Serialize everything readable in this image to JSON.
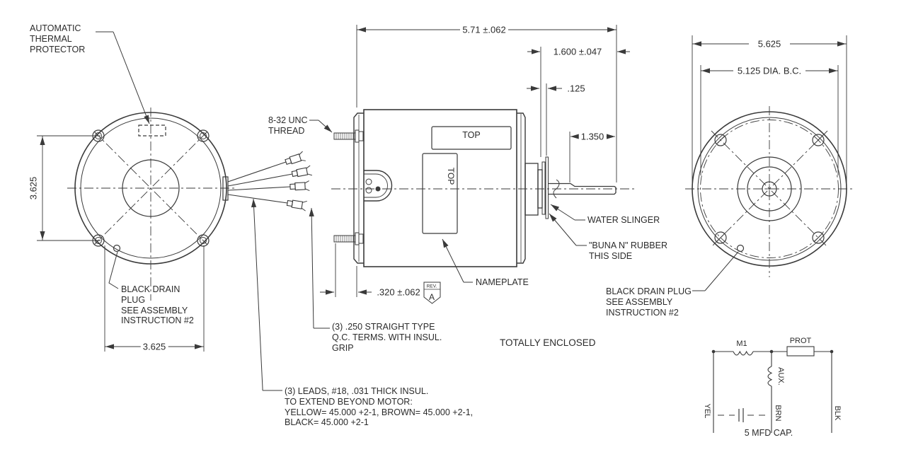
{
  "drawing": {
    "left_view": {
      "thermal_protector_label": "AUTOMATIC\nTHERMAL\nPROTECTOR",
      "drain_plug_label": "BLACK DRAIN\nPLUG\nSEE ASSEMBLY\nINSTRUCTION #2",
      "dim_height": "3.625",
      "dim_width": "3.625"
    },
    "side_view": {
      "dim_overall_length": "5.71 ±.062",
      "dim_shaft_extension": "1.600 ±.047",
      "dim_slinger_gap": ".125",
      "dim_shaft_flat": "1.350",
      "dim_stud": ".320 ±.062",
      "rev_flag": {
        "small": "REV.",
        "letter": "A"
      },
      "thread_label": "8-32 UNC\nTHREAD",
      "top_label": "TOP",
      "nameplate_top_label": "TOP",
      "nameplate_label": "NAMEPLATE",
      "water_slinger_label": "WATER SLINGER",
      "buna_label": "\"BUNA N\" RUBBER\nTHIS SIDE",
      "qc_terminals_note": "(3) .250 STRAIGHT TYPE\nQ.C. TERMS. WITH INSUL.\nGRIP",
      "leads_note": "(3) LEADS, #18, .031 THICK INSUL.\nTO EXTEND BEYOND MOTOR:\nYELLOW= 45.000 +2-1, BROWN= 45.000 +2-1,\nBLACK= 45.000 +2-1",
      "enclosure_note": "TOTALLY ENCLOSED"
    },
    "shaft_end_view": {
      "dim_diameter": "5.625",
      "dim_bolt_circle": "5.125 DIA. B.C.",
      "drain_plug_label": "BLACK DRAIN PLUG\nSEE ASSEMBLY\nINSTRUCTION #2"
    },
    "schematic": {
      "main_winding": "M1",
      "protector": "PROT",
      "aux_winding": "AUX.",
      "lead_yellow": "YEL",
      "lead_brown": "BRN",
      "lead_black": "BLK",
      "capacitor": "5 MFD CAP."
    },
    "colors": {
      "line": "#3a3a3a",
      "text": "#2b2b2b",
      "background": "#ffffff"
    }
  }
}
